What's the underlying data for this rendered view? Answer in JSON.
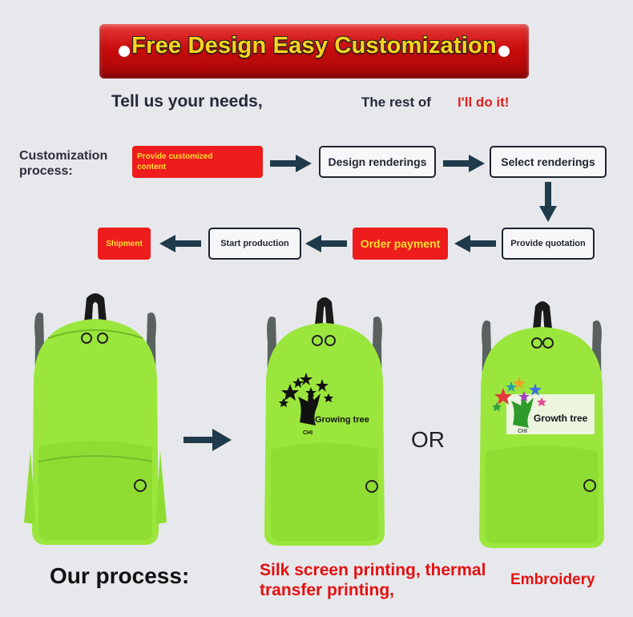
{
  "banner": {
    "title": "Free Design Easy Customization"
  },
  "tagline": {
    "part1": "Tell us your needs,",
    "part2": "The rest of",
    "part3": "I'll do it!"
  },
  "process": {
    "label_line1": "Customization",
    "label_line2": "process:",
    "steps": {
      "provide_content": "Provide customized content",
      "design_renderings": "Design renderings",
      "select_renderings": "Select renderings",
      "provide_quotation": "Provide quotation",
      "order_payment": "Order payment",
      "start_production": "Start production",
      "shipment": "Shipment"
    }
  },
  "examples": {
    "logo1_text": "Growing tree",
    "logo1_sub": "CHI",
    "or": "OR",
    "logo2_text": "Growth tree",
    "logo2_sub": "CHI"
  },
  "bottom": {
    "our_process": "Our process:",
    "silk_line1": "Silk screen printing, thermal",
    "silk_line2": "transfer printing,",
    "embroidery": "Embroidery"
  },
  "colors": {
    "accent_red": "#ee1c1c",
    "banner_text": "#ffd21e",
    "backpack_green": "#9be63c",
    "arrow": "#1f3a4a"
  }
}
